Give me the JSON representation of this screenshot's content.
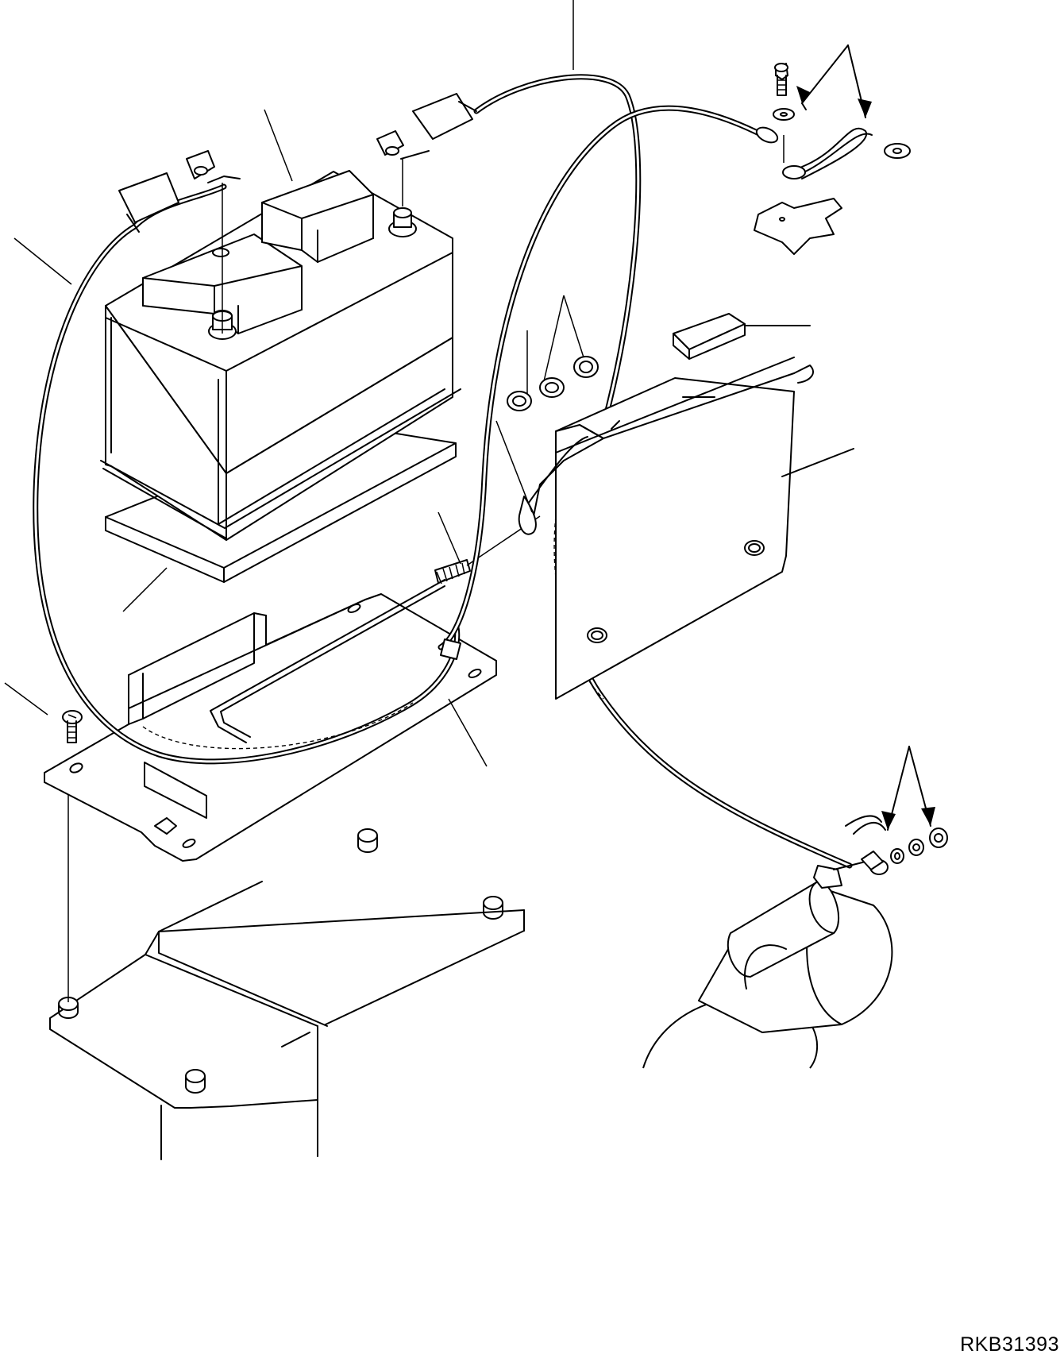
{
  "drawing": {
    "code": "RKB31393"
  },
  "parts": [
    {
      "id": "battery",
      "icon": "battery-icon"
    },
    {
      "id": "battery-pad",
      "icon": "pad-icon"
    },
    {
      "id": "battery-tray",
      "icon": "tray-icon"
    },
    {
      "id": "hold-down-bracket",
      "icon": "bracket-icon"
    },
    {
      "id": "j-bolt",
      "icon": "bolt-icon"
    },
    {
      "id": "positive-cable",
      "icon": "cable-icon"
    },
    {
      "id": "negative-cable",
      "icon": "cable-icon"
    },
    {
      "id": "ground-strap",
      "icon": "cable-icon"
    },
    {
      "id": "starting-motor",
      "icon": "motor-icon"
    },
    {
      "id": "cushion-block",
      "icon": "block-icon"
    }
  ]
}
